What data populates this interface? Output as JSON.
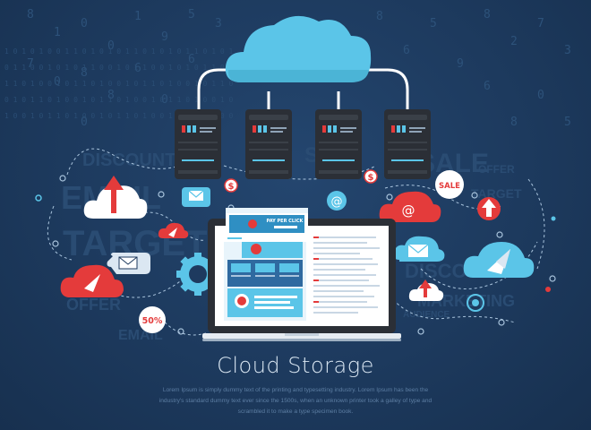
{
  "background_words": [
    "DISCOUNT",
    "EMAIL",
    "TARGET",
    "OFFER",
    "EMAIL",
    "SALE",
    "DISCOUNT",
    "MARKETING",
    "OFFER",
    "TARGET",
    "SALE",
    "AUDIENCE"
  ],
  "tags": {
    "sale": "SALE",
    "percent": "50%",
    "at_symbol": "@"
  },
  "screen": {
    "banner": "PAY PER CLICK"
  },
  "heading": {
    "title": "Cloud Storage",
    "body": "Lorem Ipsum is simply dummy text of the printing and typesetting industry. Lorem Ipsum has been the industry's standard dummy text ever since the 1500s, when an unknown printer took a galley of type and scrambled it to make a type specimen book."
  },
  "colors": {
    "background": "#1e3a5f",
    "cloud_blue": "#5bc5e8",
    "accent_red": "#e43b3b",
    "server_dark": "#2b2f36",
    "white": "#ffffff"
  }
}
